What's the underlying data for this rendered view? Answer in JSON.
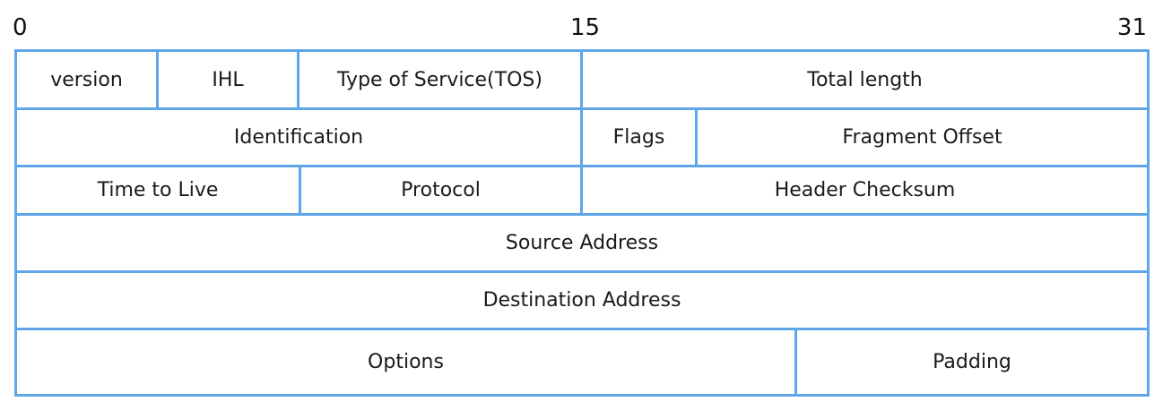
{
  "bit_markers": {
    "start": "0",
    "middle": "15",
    "end": "31"
  },
  "rows": {
    "row1": {
      "version": "version",
      "ihl": "IHL",
      "tos": "Type of Service(TOS)",
      "total_length": "Total length"
    },
    "row2": {
      "identification": "Identification",
      "flags": "Flags",
      "fragment_offset": "Fragment Offset"
    },
    "row3": {
      "ttl": "Time to Live",
      "protocol": "Protocol",
      "header_checksum": "Header Checksum"
    },
    "row4": {
      "source_address": "Source Address"
    },
    "row5": {
      "destination_address": "Destination Address"
    },
    "row6": {
      "options": "Options",
      "padding": "Padding"
    }
  },
  "colors": {
    "border": "#5ea6e8",
    "text": "#1a1a1a",
    "background": "#ffffff"
  }
}
